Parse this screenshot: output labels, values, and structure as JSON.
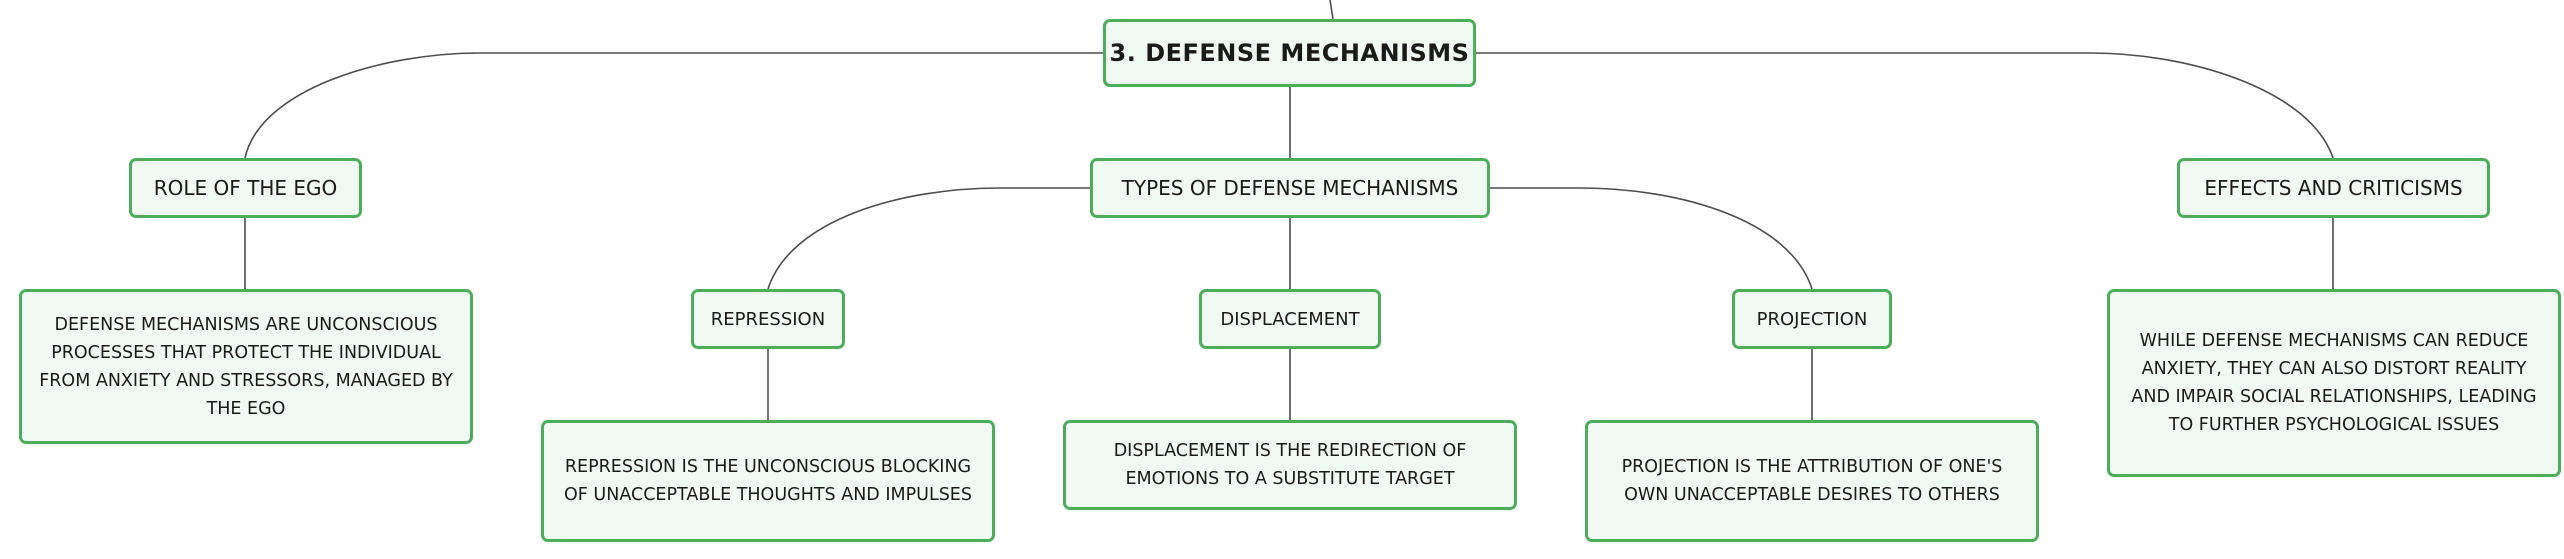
{
  "diagram": {
    "root": {
      "label": "3. DEFENSE MECHANISMS"
    },
    "branches": {
      "role_of_ego": {
        "label": "ROLE OF THE EGO",
        "description": "DEFENSE MECHANISMS ARE UNCONSCIOUS PROCESSES THAT PROTECT THE INDIVIDUAL FROM ANXIETY AND STRESSORS, MANAGED BY THE EGO"
      },
      "types": {
        "label": "TYPES OF DEFENSE MECHANISMS",
        "children": {
          "repression": {
            "label": "REPRESSION",
            "description": "REPRESSION IS THE UNCONSCIOUS BLOCKING OF UNACCEPTABLE THOUGHTS AND IMPULSES"
          },
          "displacement": {
            "label": "DISPLACEMENT",
            "description": "DISPLACEMENT IS THE REDIRECTION OF EMOTIONS TO A SUBSTITUTE TARGET"
          },
          "projection": {
            "label": "PROJECTION",
            "description": "PROJECTION IS THE ATTRIBUTION OF ONE'S OWN UNACCEPTABLE DESIRES TO OTHERS"
          }
        }
      },
      "effects": {
        "label": "EFFECTS AND CRITICISMS",
        "description": "WHILE DEFENSE MECHANISMS CAN REDUCE ANXIETY, THEY CAN ALSO DISTORT REALITY AND IMPAIR SOCIAL RELATIONSHIPS, LEADING TO FURTHER PSYCHOLOGICAL ISSUES"
      }
    },
    "colors": {
      "node_border": "#4cae5b",
      "node_fill": "#f1f9f3",
      "connector": "#4d4d4d",
      "text": "#1a1a1a"
    }
  }
}
